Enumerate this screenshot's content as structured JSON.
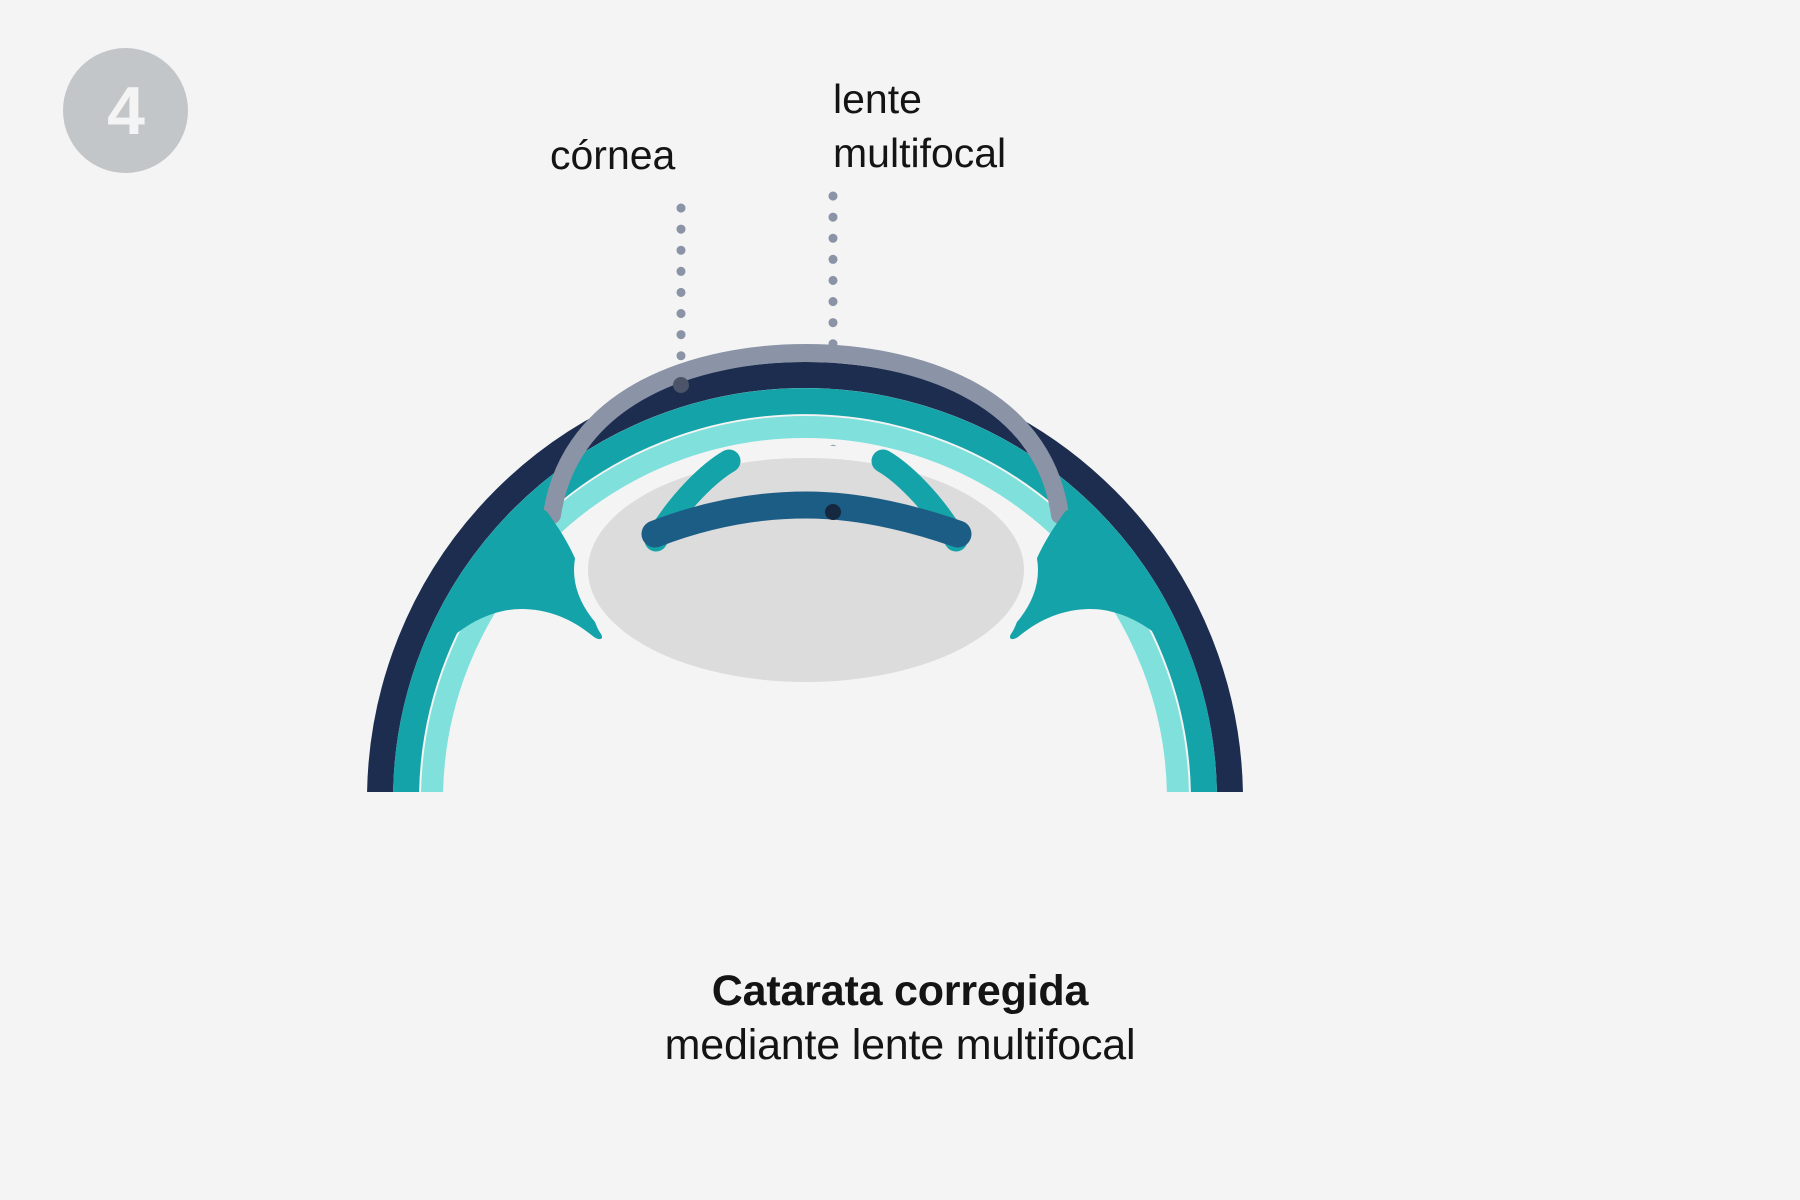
{
  "background_color": "#f4f4f4",
  "step": {
    "number": "4",
    "circle_color": "#c3c6c8",
    "text_color": "#f4f4f4"
  },
  "callouts": [
    {
      "id": "cornea",
      "label": "córnea",
      "leader": "dotted-leader-line",
      "dot_color": "#8b93a6"
    },
    {
      "id": "multifocal-lens",
      "label": "lente\nmultifocal",
      "leader": "dotted-leader-line",
      "dot_color": "#8b93a6"
    }
  ],
  "caption": {
    "line1": "Catarata corregida",
    "line2": "mediante lente multifocal"
  },
  "diagram": {
    "title": "eye-cross-section-with-multifocal-intraocular-lens",
    "parts": [
      {
        "name": "cornea-arc",
        "color": "#8b93a6"
      },
      {
        "name": "sclera-outer-arc",
        "color": "#1d2d4f"
      },
      {
        "name": "sclera-middle-arc",
        "color": "#14a3a8"
      },
      {
        "name": "sclera-inner-arc",
        "color": "#7fe0dc"
      },
      {
        "name": "iris-ciliary-body",
        "color": "#14a3a8"
      },
      {
        "name": "lens-capsule",
        "color": "#dcdcdc"
      },
      {
        "name": "multifocal-lens-bar",
        "color": "#1c5d86"
      },
      {
        "name": "zonule-fiber",
        "color": "#14a3a8"
      }
    ]
  }
}
